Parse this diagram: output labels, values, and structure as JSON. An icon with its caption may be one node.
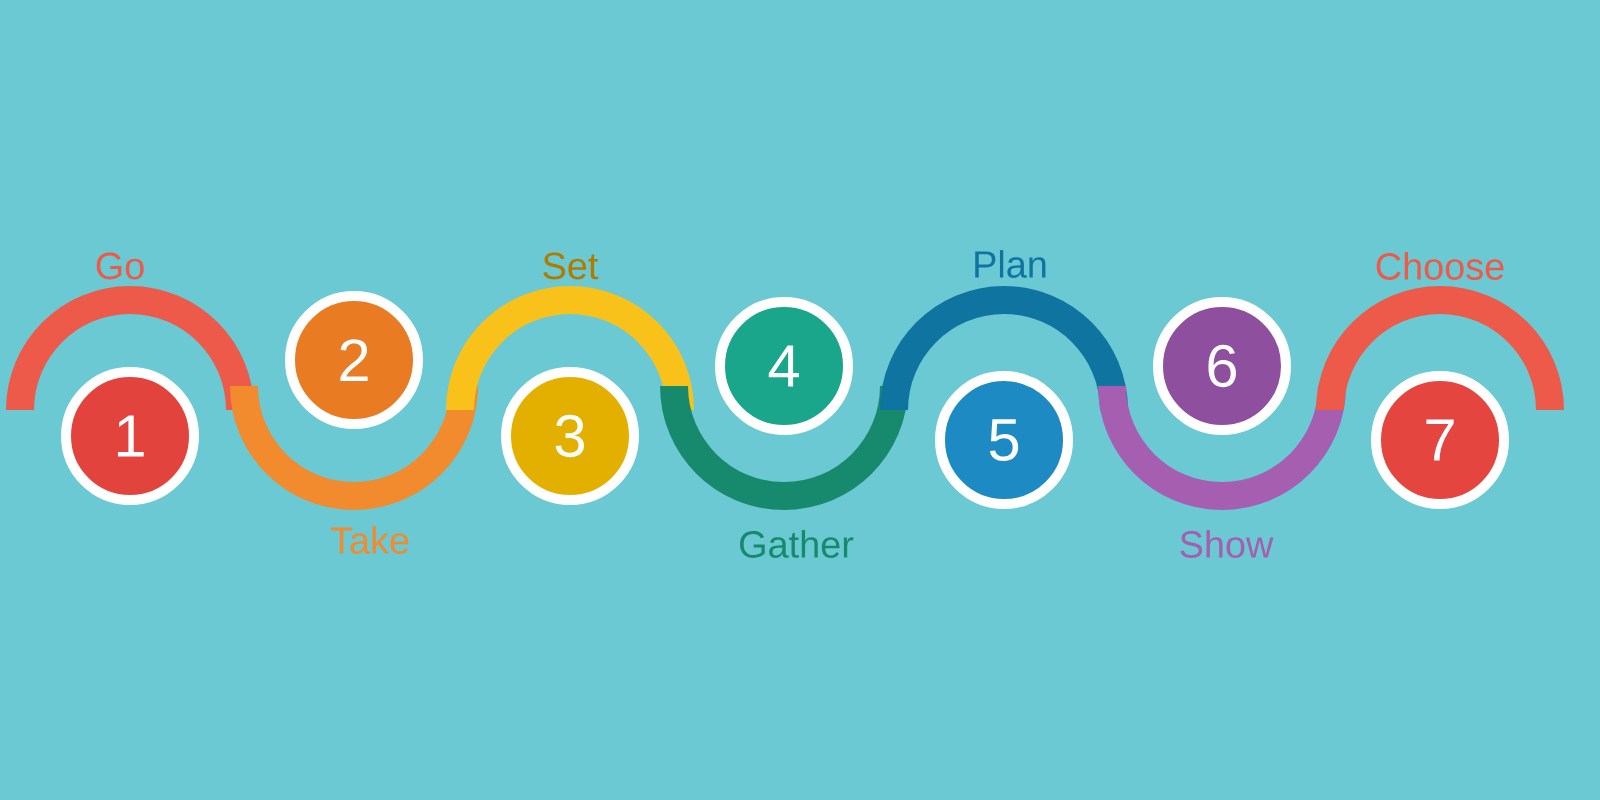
{
  "diagram": {
    "nodes": [
      {
        "text": [
          "1"
        ],
        "beside": [
          "Go"
        ]
      },
      {
        "text": [
          "2"
        ],
        "beside": [
          "Take"
        ]
      },
      {
        "text": [
          "3"
        ],
        "beside": [
          "Set"
        ]
      },
      {
        "text": [
          "4"
        ],
        "beside": [
          "Gather"
        ]
      },
      {
        "text": [
          "5"
        ],
        "beside": [
          "Plan"
        ]
      },
      {
        "text": [
          "6"
        ],
        "beside": [
          "Show"
        ]
      },
      {
        "text": [
          "7"
        ],
        "beside": [
          "Choose"
        ]
      }
    ]
  }
}
